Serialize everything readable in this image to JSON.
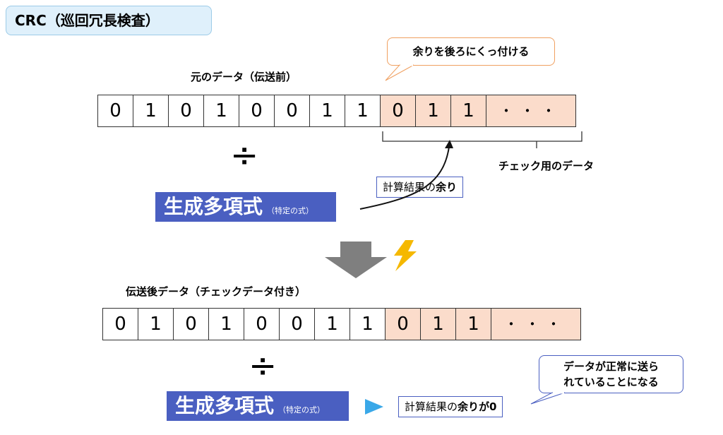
{
  "title": "CRC（巡回冗長検査）",
  "top": {
    "caption": "元のデータ（伝送前）",
    "bits": [
      "0",
      "1",
      "0",
      "1",
      "0",
      "0",
      "1",
      "1"
    ],
    "check_bits": [
      "0",
      "1",
      "1"
    ],
    "ellipsis": "・・・",
    "callout": "余りを後ろにくっ付ける",
    "check_label": "チェック用のデータ",
    "remainder_prefix": "計算結果の",
    "remainder_bold": "余り"
  },
  "bottom": {
    "caption": "伝送後データ（チェックデータ付き）",
    "bits": [
      "0",
      "1",
      "0",
      "1",
      "0",
      "0",
      "1",
      "1"
    ],
    "check_bits": [
      "0",
      "1",
      "1"
    ],
    "ellipsis": "・・・",
    "result_prefix": "計算結果の",
    "result_bold": "余りが0",
    "bubble_line1": "データが正常に送ら",
    "bubble_line2": "れていることになる"
  },
  "divide_symbol": "÷",
  "poly_main": "生成多項式",
  "poly_sub": "（特定の式）",
  "colors": {
    "title_bg": "#dff0fb",
    "check_bg": "#fbdccb",
    "poly_bg": "#4a5fc1",
    "callout_border": "#f0a060",
    "bubble_border": "#4a5fc1",
    "arrow_gray": "#7f7f7f",
    "lightning": "#f5b800",
    "play_arrow": "#3aa8e8"
  }
}
